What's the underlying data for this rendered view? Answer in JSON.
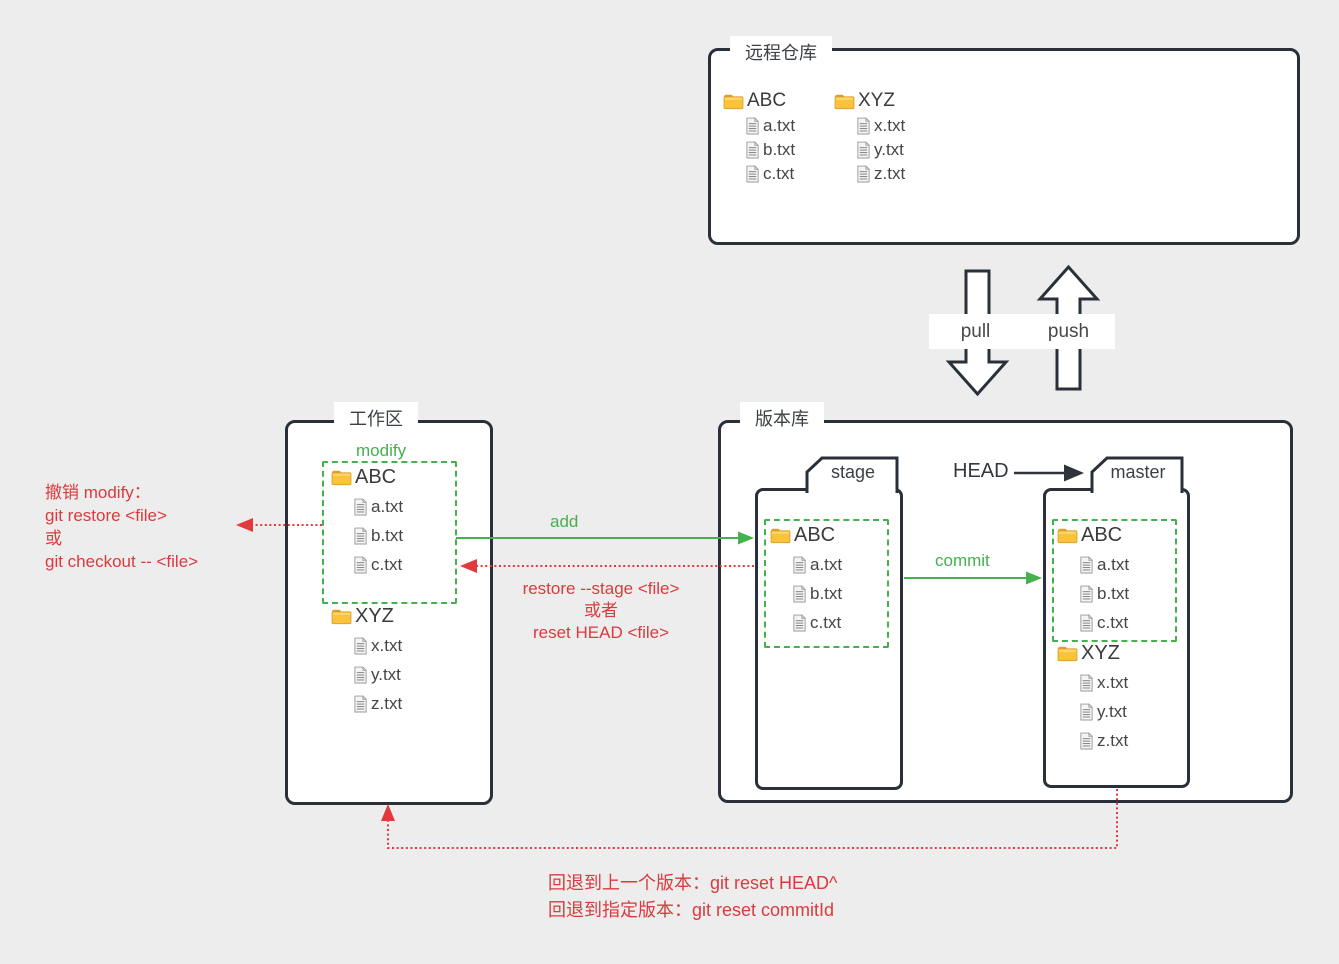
{
  "colors": {
    "background": "#ededed",
    "box_border": "#2a3039",
    "box_fill": "#ffffff",
    "accent_green": "#44b14d",
    "accent_red": "#d93b3e",
    "folder_yellow": "#fbc33c"
  },
  "remote": {
    "title": "远程仓库",
    "folders": [
      {
        "name": "ABC",
        "files": [
          "a.txt",
          "b.txt",
          "c.txt"
        ]
      },
      {
        "name": "XYZ",
        "files": [
          "x.txt",
          "y.txt",
          "z.txt"
        ]
      }
    ]
  },
  "transfer": {
    "pull_label": "pull",
    "push_label": "push"
  },
  "workspace": {
    "title": "工作区",
    "modify_label": "modify",
    "modified_folder": {
      "name": "ABC",
      "files": [
        "a.txt",
        "b.txt",
        "c.txt"
      ]
    },
    "other_folder": {
      "name": "XYZ",
      "files": [
        "x.txt",
        "y.txt",
        "z.txt"
      ]
    }
  },
  "repository": {
    "title": "版本库",
    "head_label": "HEAD",
    "stage": {
      "label": "stage",
      "folder": {
        "name": "ABC",
        "files": [
          "a.txt",
          "b.txt",
          "c.txt"
        ]
      }
    },
    "master": {
      "label": "master",
      "committed_folder": {
        "name": "ABC",
        "files": [
          "a.txt",
          "b.txt",
          "c.txt"
        ]
      },
      "other_folder": {
        "name": "XYZ",
        "files": [
          "x.txt",
          "y.txt",
          "z.txt"
        ]
      }
    }
  },
  "annotations": {
    "undo_modify_lines": [
      "撤销 modify：",
      "git restore <file>",
      "或",
      "git checkout -- <file>"
    ],
    "add_label": "add",
    "unstage_lines": [
      "restore  --stage <file>",
      "或者",
      "reset HEAD <file>"
    ],
    "commit_label": "commit",
    "reset_lines": [
      "回退到上一个版本：git reset HEAD^",
      "回退到指定版本：git reset commitId"
    ]
  }
}
